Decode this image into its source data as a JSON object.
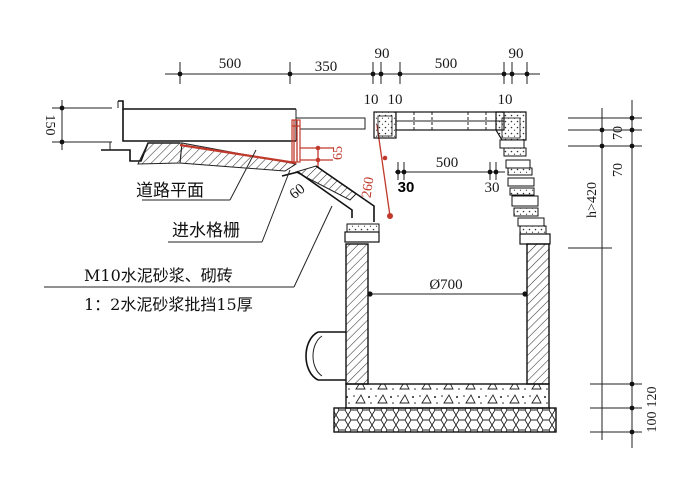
{
  "dimensions": {
    "top_500_left": "500",
    "top_350": "350",
    "top_90_left": "90",
    "top_500_right": "500",
    "top_90_right": "90",
    "top_10_a": "10",
    "top_10_b": "10",
    "top_10_right": "10",
    "left_150": "150",
    "red_65": "65",
    "red_260": "260",
    "mid_500": "500",
    "mid_30_left": "30",
    "mid_30_right": "30",
    "angle_60": "60",
    "diameter": "Ø700",
    "right_70_a": "70",
    "right_70_b": "70",
    "right_h": "h>420",
    "right_120": "120",
    "right_100": "100"
  },
  "labels": {
    "road_surface": "道路平面",
    "inlet_grate": "进水格栅",
    "mortar_brick": "M10水泥砂浆、砌砖",
    "plaster": "1：2水泥砂浆批挡15厚"
  },
  "colors": {
    "line": "#222222",
    "accent_red": "#c0392b",
    "hatch": "#333333"
  }
}
